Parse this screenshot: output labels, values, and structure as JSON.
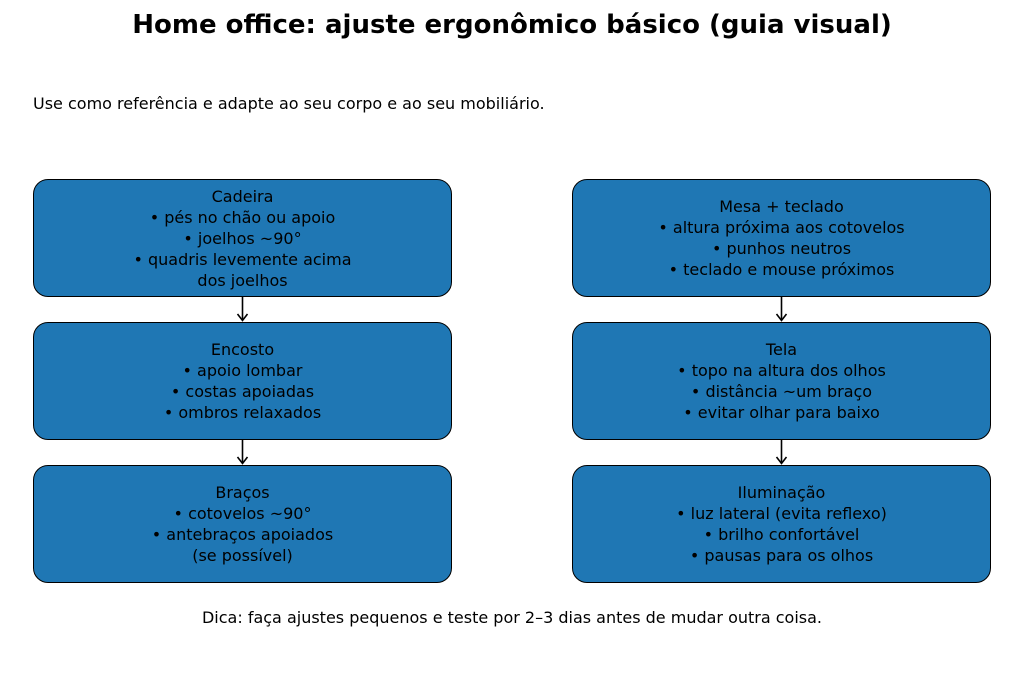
{
  "title": "Home office: ajuste ergonômico básico (guia visual)",
  "subtitle": "Use como referência e adapte ao seu corpo e ao seu mobiliário.",
  "footer": "Dica: faça ajustes pequenos e teste por 2–3 dias antes de mudar outra coisa.",
  "colors": {
    "box_fill": "#1f77b4",
    "box_border": "#000000",
    "background": "#ffffff",
    "text": "#000000"
  },
  "columns": [
    {
      "boxes": [
        {
          "id": "cadeira",
          "lines": [
            "Cadeira",
            "• pés no chão ou apoio",
            "• joelhos ~90°",
            "• quadris levemente acima",
            "dos joelhos"
          ]
        },
        {
          "id": "encosto",
          "lines": [
            "Encosto",
            "• apoio lombar",
            "• costas apoiadas",
            "• ombros relaxados"
          ]
        },
        {
          "id": "bracos",
          "lines": [
            "Braços",
            "• cotovelos ~90°",
            "• antebraços apoiados",
            "(se possível)"
          ]
        }
      ]
    },
    {
      "boxes": [
        {
          "id": "mesa-teclado",
          "lines": [
            "Mesa + teclado",
            "• altura próxima aos cotovelos",
            "• punhos neutros",
            "• teclado e mouse próximos"
          ]
        },
        {
          "id": "tela",
          "lines": [
            "Tela",
            "• topo na altura dos olhos",
            "• distância ~um braço",
            "• evitar olhar para baixo"
          ]
        },
        {
          "id": "iluminacao",
          "lines": [
            "Iluminação",
            "• luz lateral (evita reflexo)",
            "• brilho confortável",
            "• pausas para os olhos"
          ]
        }
      ]
    }
  ]
}
